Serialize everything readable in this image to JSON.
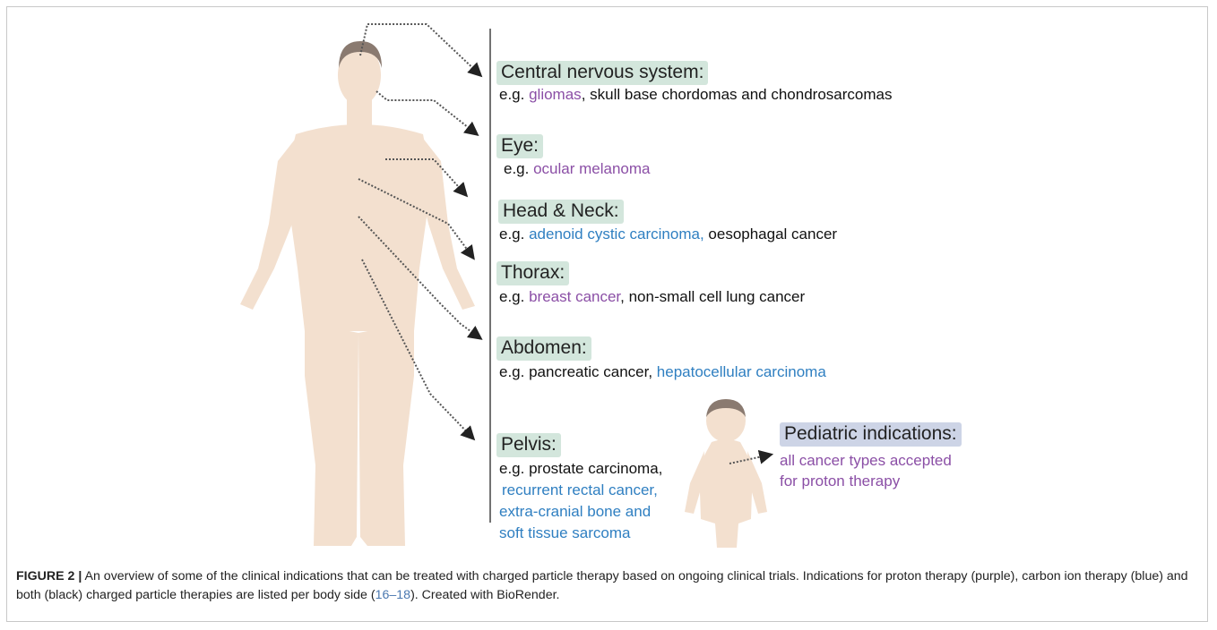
{
  "figure": {
    "label": "FIGURE 2 |",
    "caption_text_1": " An overview of some of the clinical indications that can be treated with charged particle therapy based on ongoing clinical trials. Indications for proton therapy (purple), carbon ion therapy (blue) and both (black) charged particle therapies are listed per body side (",
    "caption_refs": "16–18",
    "caption_text_2": "). Created with BioRender."
  },
  "colors": {
    "proton": "#8b4fa6",
    "carbon": "#2f7fc1",
    "both": "#111111",
    "label_bg": "#d3e6dc",
    "pediatric_bg": "#cdd4e6",
    "skin": "#f3e0cf",
    "hair": "#8a7a70"
  },
  "sites": {
    "cns": {
      "title": "Central nervous system:",
      "prefix": "e.g. ",
      "item1": "gliomas",
      "item2": ", skull base chordomas and chondrosarcomas"
    },
    "eye": {
      "title": "Eye:",
      "prefix": "e.g. ",
      "item1": "ocular melanoma"
    },
    "head_neck": {
      "title": "Head & Neck:",
      "prefix": "e.g. ",
      "item1": "adenoid cystic carcinoma,",
      "item2": " oesophagal cancer"
    },
    "thorax": {
      "title": "Thorax:",
      "prefix": "e.g. ",
      "item1": "breast cancer",
      "item2": ", non-small cell lung cancer"
    },
    "abdomen": {
      "title": "Abdomen:",
      "prefix": "e.g. pancreatic cancer, ",
      "item1": "hepatocellular carcinoma"
    },
    "pelvis": {
      "title": "Pelvis:",
      "line1": "e.g. prostate carcinoma,",
      "line2": "recurrent rectal cancer,",
      "line3": "extra-cranial bone and",
      "line4": "soft tissue sarcoma"
    },
    "pediatric": {
      "title": "Pediatric indications:",
      "line1": "all cancer types accepted",
      "line2": "for proton therapy"
    }
  }
}
